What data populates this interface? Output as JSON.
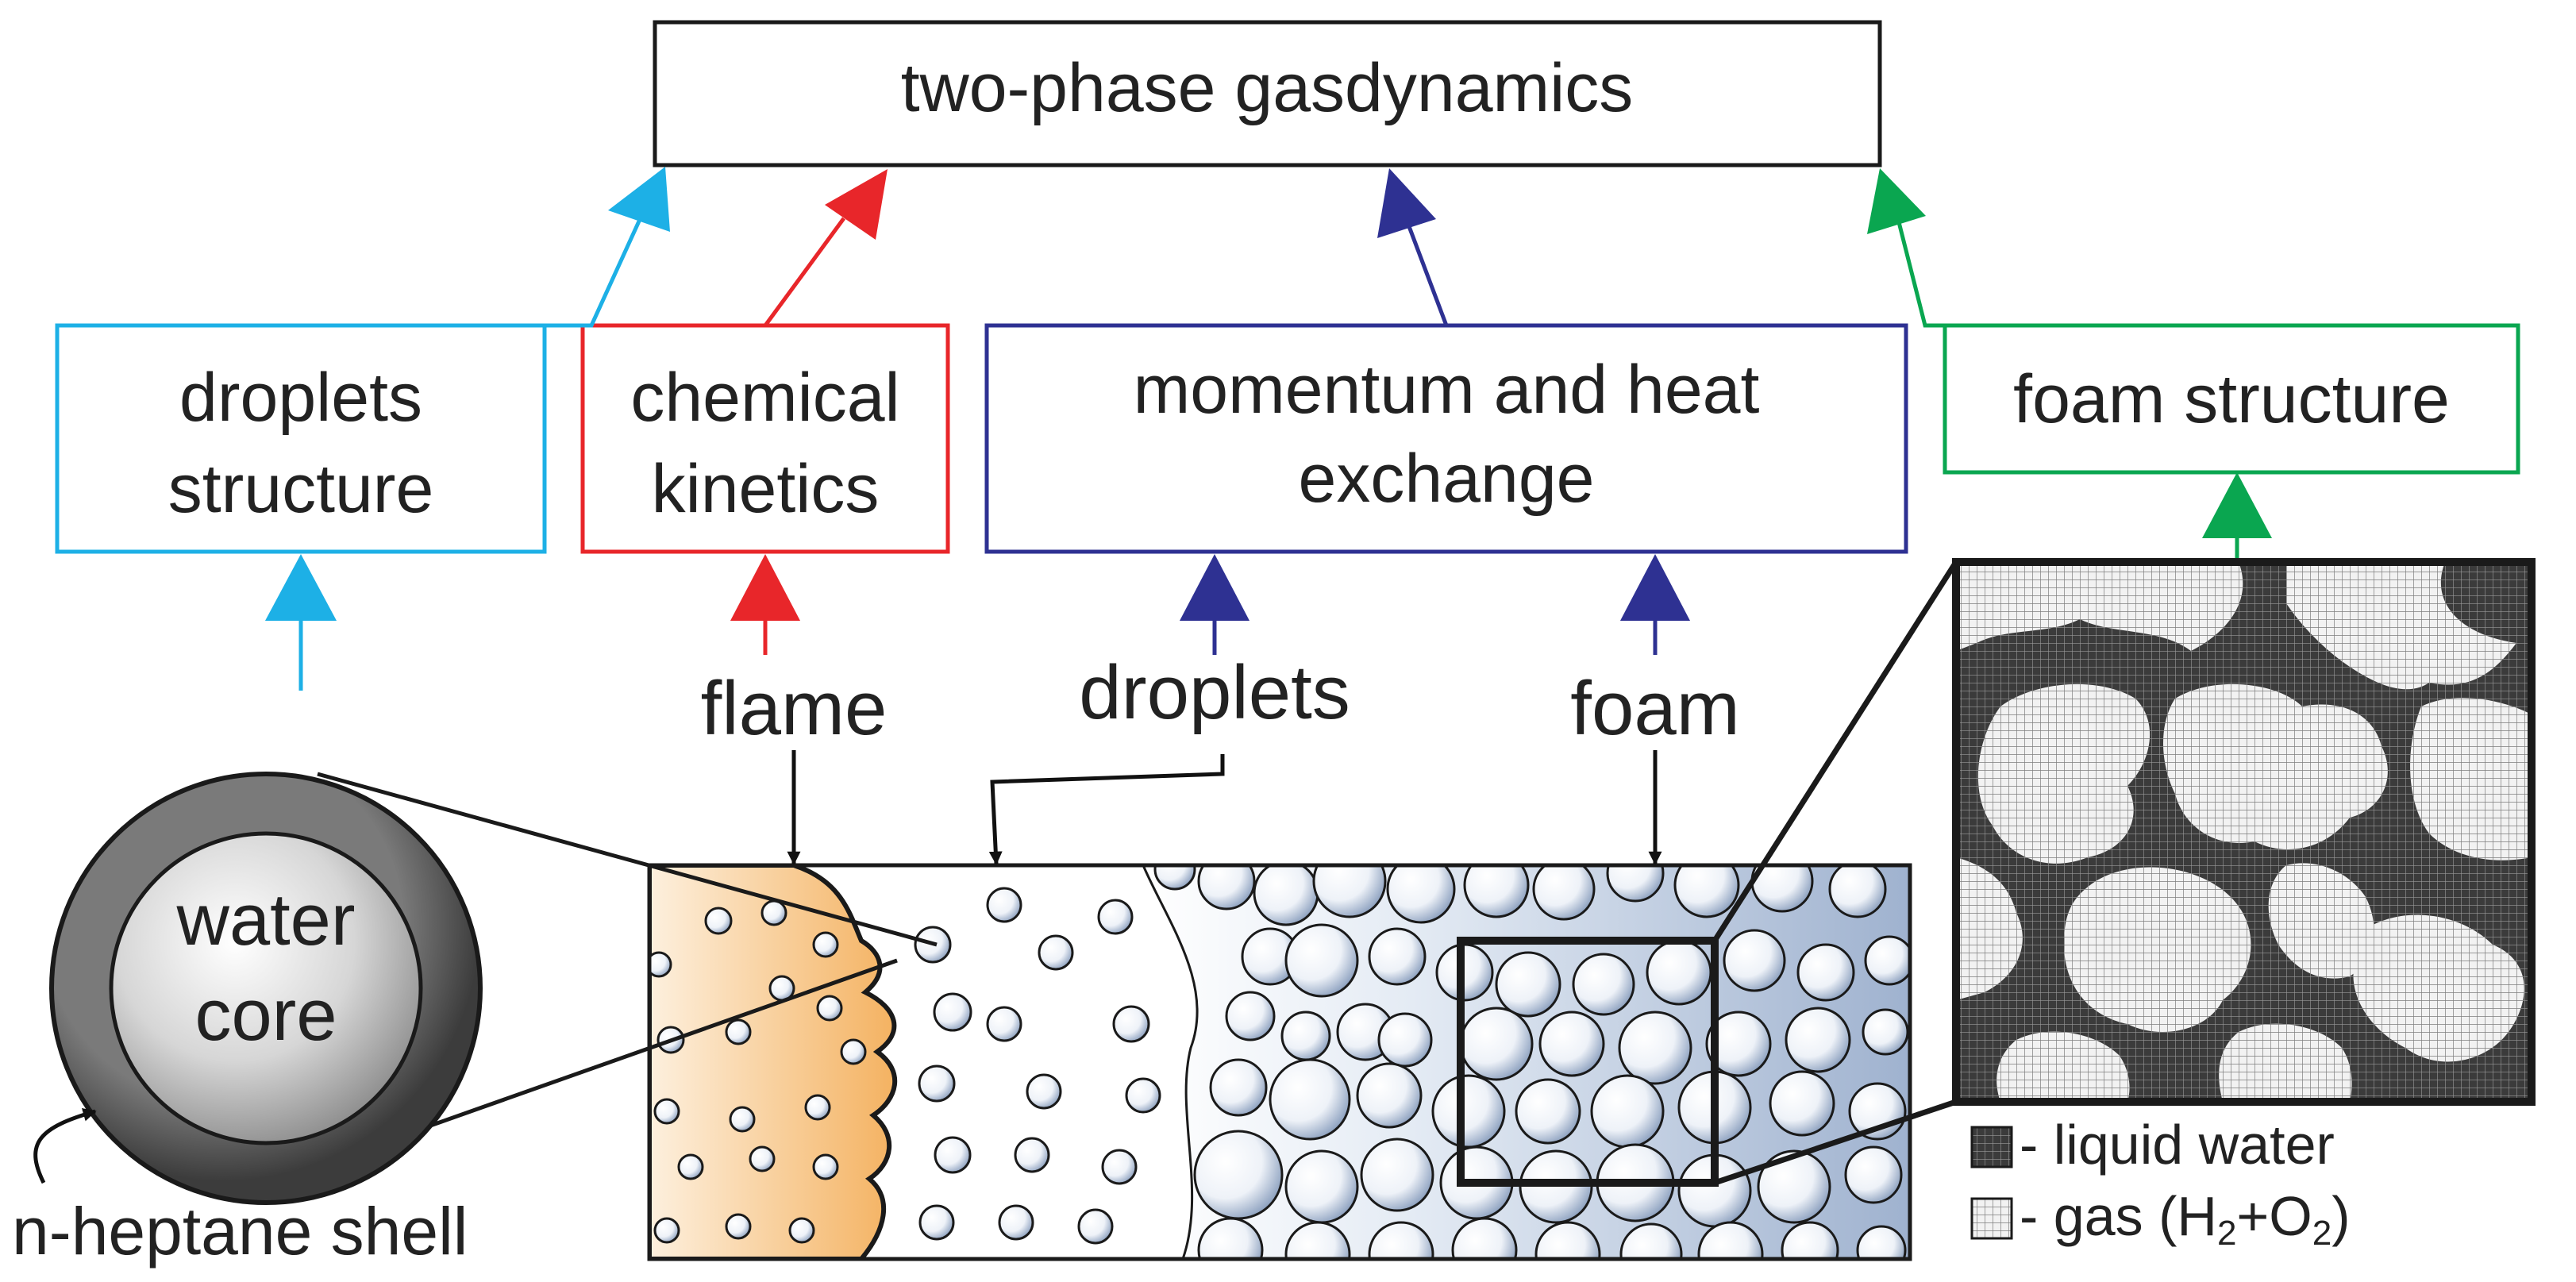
{
  "top_box": {
    "label": "two-phase gasdynamics"
  },
  "boxes": {
    "droplets_structure": {
      "line1": "droplets",
      "line2": "structure",
      "color": "#1db0e6"
    },
    "chemical_kinetics": {
      "line1": "chemical",
      "line2": "kinetics",
      "color": "#e8262a"
    },
    "momentum_heat": {
      "line1": "momentum and heat",
      "line2": "exchange",
      "color": "#2e3192"
    },
    "foam_structure": {
      "label": "foam structure",
      "color": "#0aa650"
    }
  },
  "inputs": {
    "flame": "flame",
    "droplets": "droplets",
    "foam": "foam"
  },
  "droplet_detail": {
    "core_line1": "water",
    "core_line2": "core",
    "shell": "n-heptane shell"
  },
  "legend": {
    "liquid": "- liquid water",
    "gas_prefix": "- gas (H",
    "gas_sub1": "2",
    "gas_mid": "+O",
    "gas_sub2": "2",
    "gas_suffix": ")"
  }
}
